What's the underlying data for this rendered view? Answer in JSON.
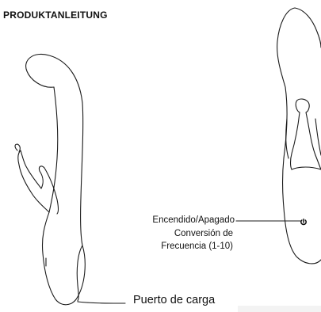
{
  "title": "PRODUKTANLEITUNG",
  "labels": {
    "power": "Encendido/Apagado",
    "frequency_line1": "Conversión de",
    "frequency_line2": "Frecuencia (1-10)",
    "charge_port": "Puerto de carga"
  },
  "icons": {
    "power_button": "power-symbol"
  },
  "colors": {
    "line": "#1a1a1a",
    "background": "#ffffff"
  }
}
